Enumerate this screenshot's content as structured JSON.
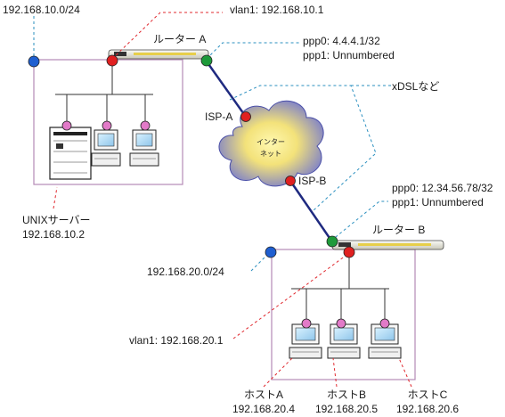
{
  "networkA": {
    "segment": "192.168.10.0/24",
    "vlan1": "vlan1: 192.168.10.1",
    "router": "ルーター A",
    "ppp0": "ppp0: 4.4.4.1/32",
    "ppp1": "ppp1: Unnumbered",
    "server_name": "UNIXサーバー",
    "server_ip": "192.168.10.2"
  },
  "wan": {
    "link": "xDSLなど",
    "isp_a": "ISP-A",
    "isp_b": "ISP-B",
    "cloud_line1": "インター",
    "cloud_line2": "ネット"
  },
  "networkB": {
    "router": "ルーター B",
    "ppp0": "ppp0: 12.34.56.78/32",
    "ppp1": "ppp1: Unnumbered",
    "segment": "192.168.20.0/24",
    "vlan1": "vlan1: 192.168.20.1",
    "hosts": [
      {
        "name": "ホストA",
        "ip": "192.168.20.4"
      },
      {
        "name": "ホストB",
        "ip": "192.168.20.5"
      },
      {
        "name": "ホストC",
        "ip": "192.168.20.6"
      }
    ]
  },
  "colors": {
    "lan_box": "#b58ab6",
    "wan_line": "#1f2a80",
    "callout_red": "#e0282e",
    "callout_blue": "#2a8fbf",
    "port_blue": "#1f5fd0",
    "port_red": "#e02020",
    "port_green": "#1e9a3a",
    "port_pink": "#e27ac8"
  }
}
